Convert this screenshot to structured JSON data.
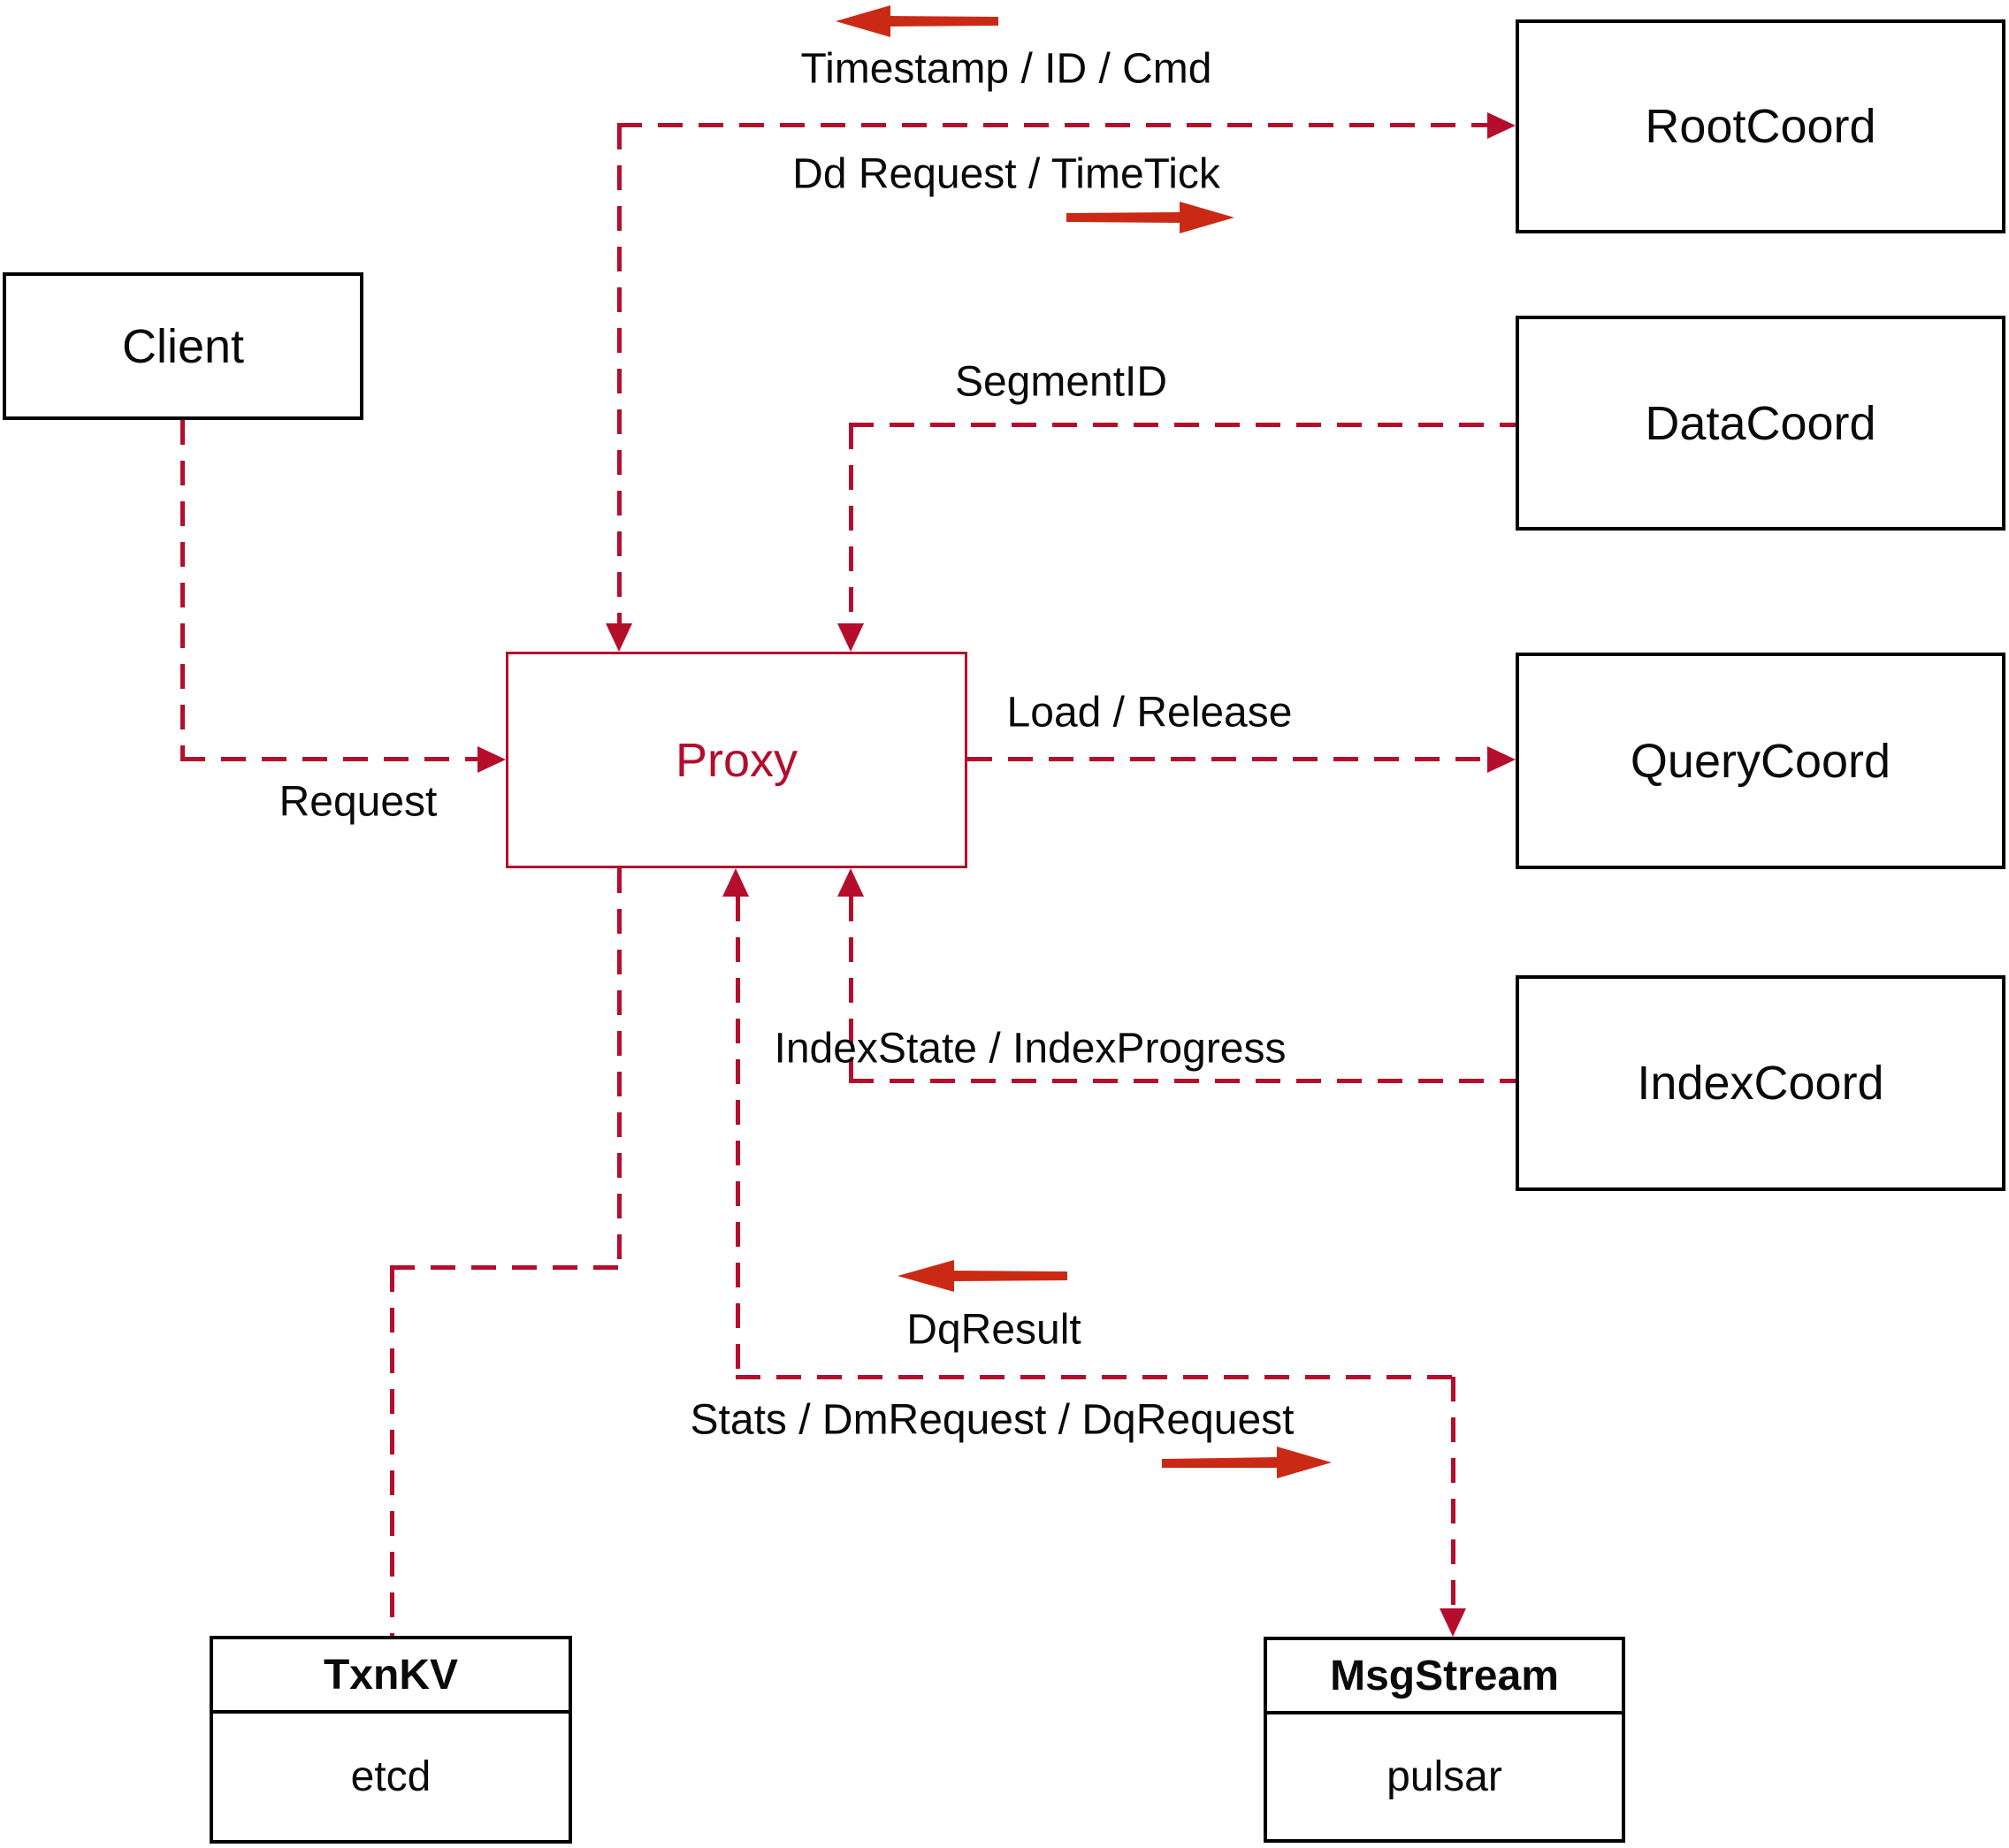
{
  "colors": {
    "line_crimson": "#b50d2c",
    "arrow_red": "#ca2a15",
    "box_border": "#000000",
    "background": "#ffffff"
  },
  "nodes": {
    "client": {
      "label": "Client"
    },
    "proxy": {
      "label": "Proxy"
    },
    "root_coord": {
      "label": "RootCoord"
    },
    "data_coord": {
      "label": "DataCoord"
    },
    "query_coord": {
      "label": "QueryCoord"
    },
    "index_coord": {
      "label": "IndexCoord"
    },
    "txn_kv": {
      "title": "TxnKV",
      "subtitle": "etcd"
    },
    "msg_stream": {
      "title": "MsgStream",
      "subtitle": "pulsar"
    }
  },
  "edges": {
    "timestamp": {
      "label": "Timestamp / ID / Cmd",
      "direction": "to-proxy"
    },
    "dd_request": {
      "label": "Dd Request / TimeTick",
      "direction": "to-rootcoord"
    },
    "segment_id": {
      "label": "SegmentID",
      "direction": "to-proxy"
    },
    "request": {
      "label": "Request",
      "direction": "client-to-proxy"
    },
    "load_release": {
      "label": "Load / Release",
      "direction": "to-querycoord"
    },
    "index_state": {
      "label": "IndexState / IndexProgress",
      "direction": "to-proxy"
    },
    "dq_result": {
      "label": "DqResult",
      "direction": "to-proxy"
    },
    "stats": {
      "label": "Stats / DmRequest / DqRequest",
      "direction": "to-msgstream"
    }
  }
}
